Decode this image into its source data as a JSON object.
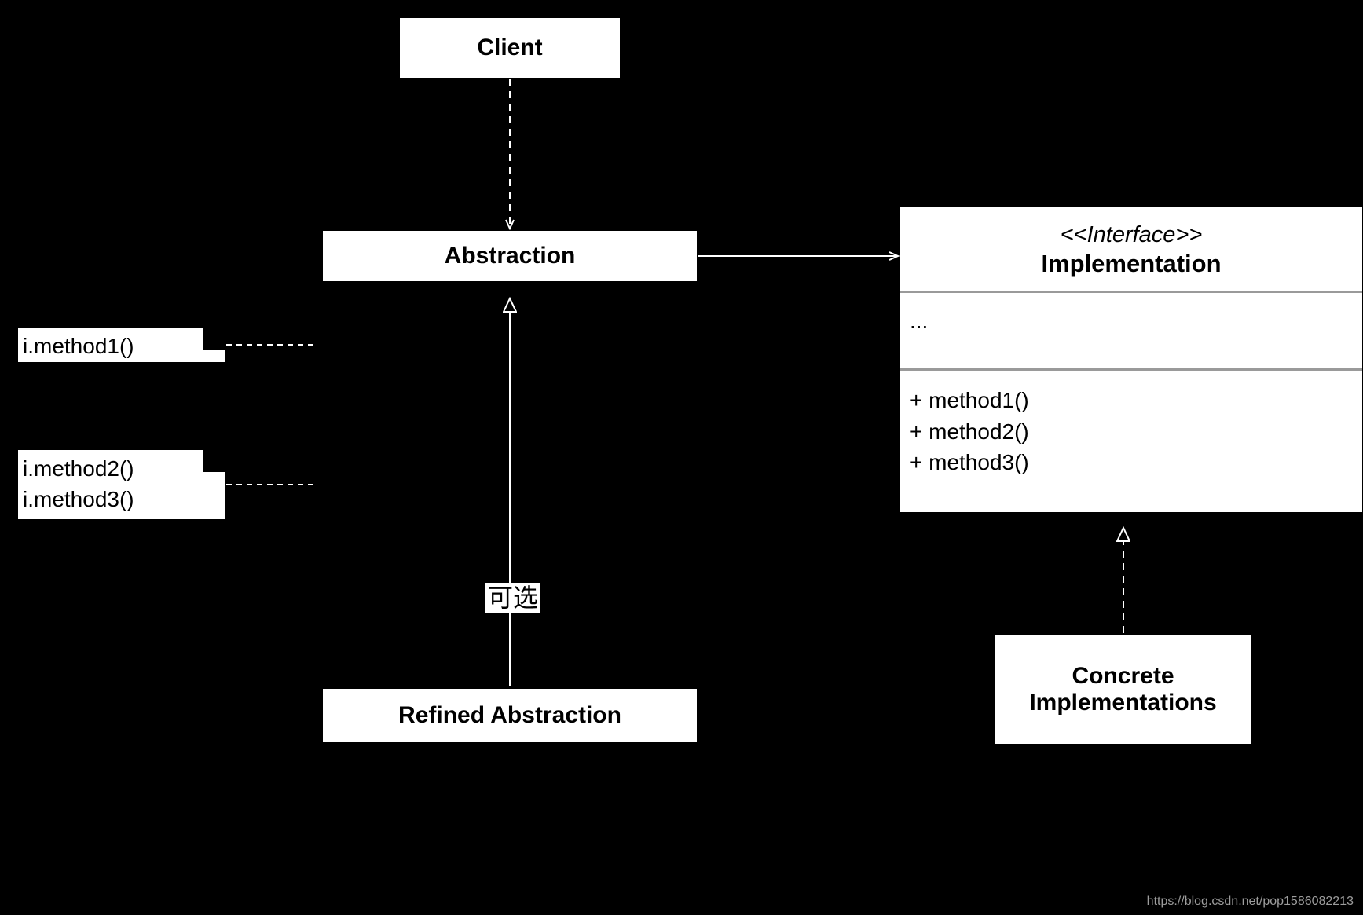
{
  "diagram": {
    "title": "Bridge Pattern UML Class Diagram",
    "background_color": "#000000",
    "box_fill": "#ffffff",
    "line_color": "#000000",
    "separator_color": "#9a9a9a"
  },
  "client": {
    "name": "Client"
  },
  "abstraction": {
    "name": "Abstraction"
  },
  "refined_abstraction": {
    "name": "Refined Abstraction"
  },
  "implementation": {
    "stereotype": "<<Interface>>",
    "name": "Implementation",
    "attributes": "...",
    "operations": [
      "+ method1()",
      "+ method2()",
      "+ method3()"
    ]
  },
  "concrete_implementations": {
    "line1": "Concrete",
    "line2": "Implementations"
  },
  "notes": [
    {
      "id": "note-method1",
      "lines": [
        "i.method1()"
      ]
    },
    {
      "id": "note-method23",
      "lines": [
        "i.method2()",
        "i.method3()"
      ]
    }
  ],
  "labels": {
    "optional": "可选"
  },
  "watermark": {
    "text": "https://blog.csdn.net/pop1586082213"
  }
}
